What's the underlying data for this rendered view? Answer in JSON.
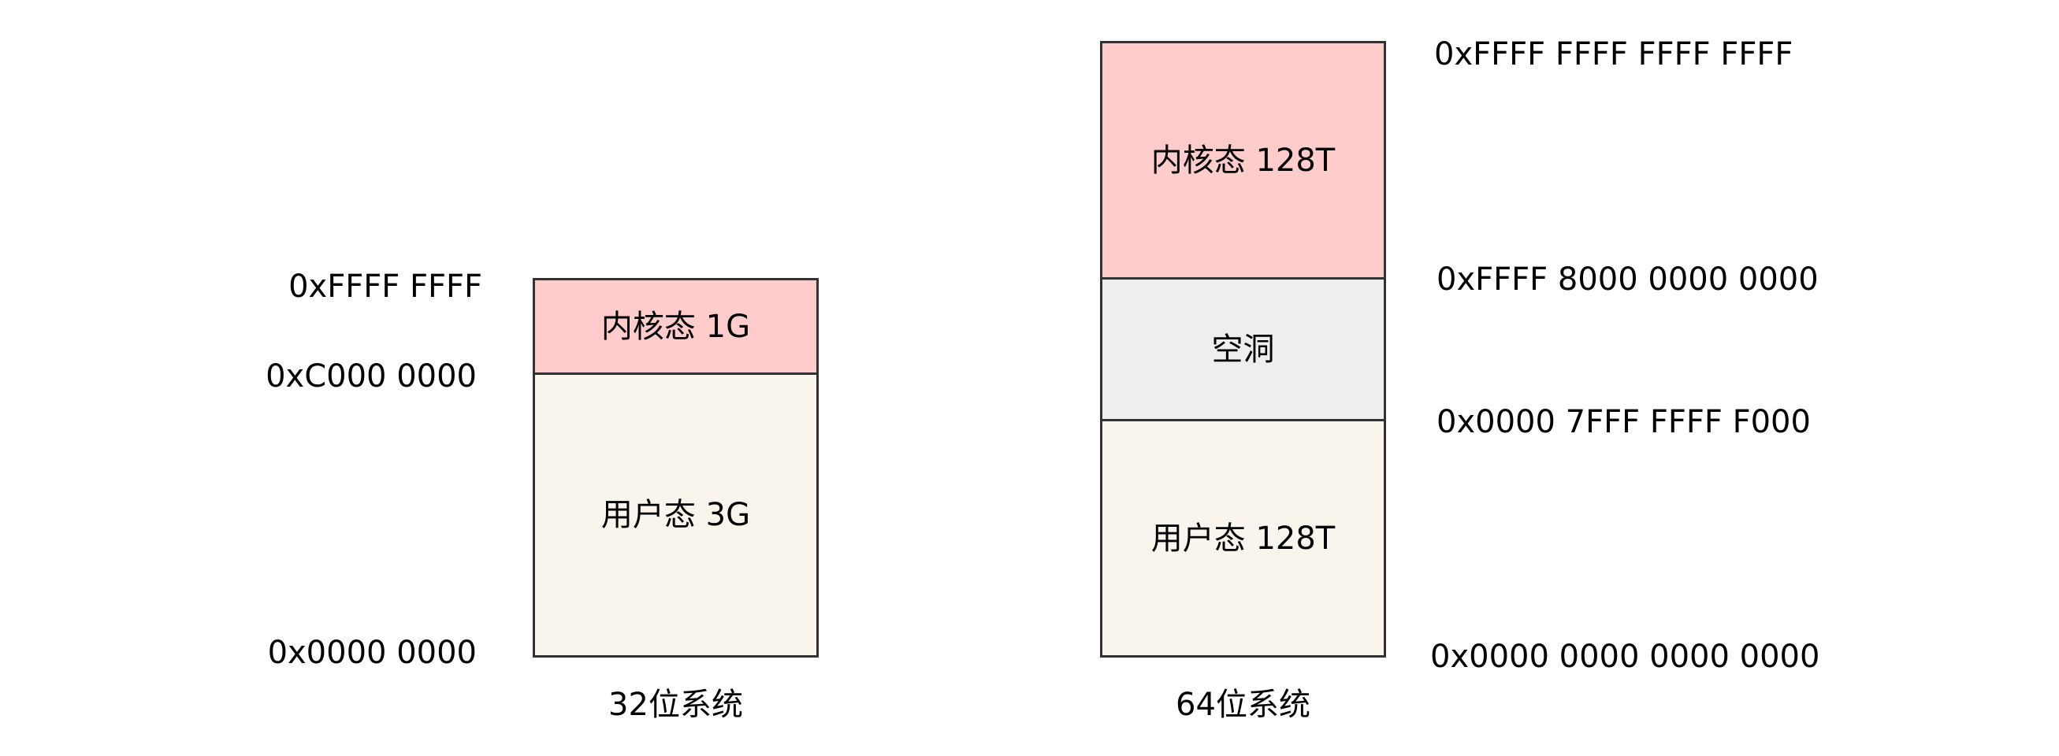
{
  "left": {
    "kernel_label": "内核态 1G",
    "user_label": "用户态 3G",
    "addr_top": "0xFFFF FFFF",
    "addr_split": "0xC000 0000",
    "addr_bottom": "0x0000 0000",
    "caption": "32位系统"
  },
  "right": {
    "kernel_label": "内核态 128T",
    "hole_label": "空洞",
    "user_label": "用户态 128T",
    "addr_top": "0xFFFF FFFF FFFF FFFF",
    "addr_kernel_start": "0xFFFF 8000 0000 0000",
    "addr_user_end": "0x0000 7FFF FFFF F000",
    "addr_bottom": "0x0000 0000 0000 0000",
    "caption": "64位系统"
  },
  "colors": {
    "kernel_fill": "#FFCCCC",
    "hole_fill": "#EEEEEE",
    "user_fill": "#FAF5EC",
    "border": "#333333"
  }
}
